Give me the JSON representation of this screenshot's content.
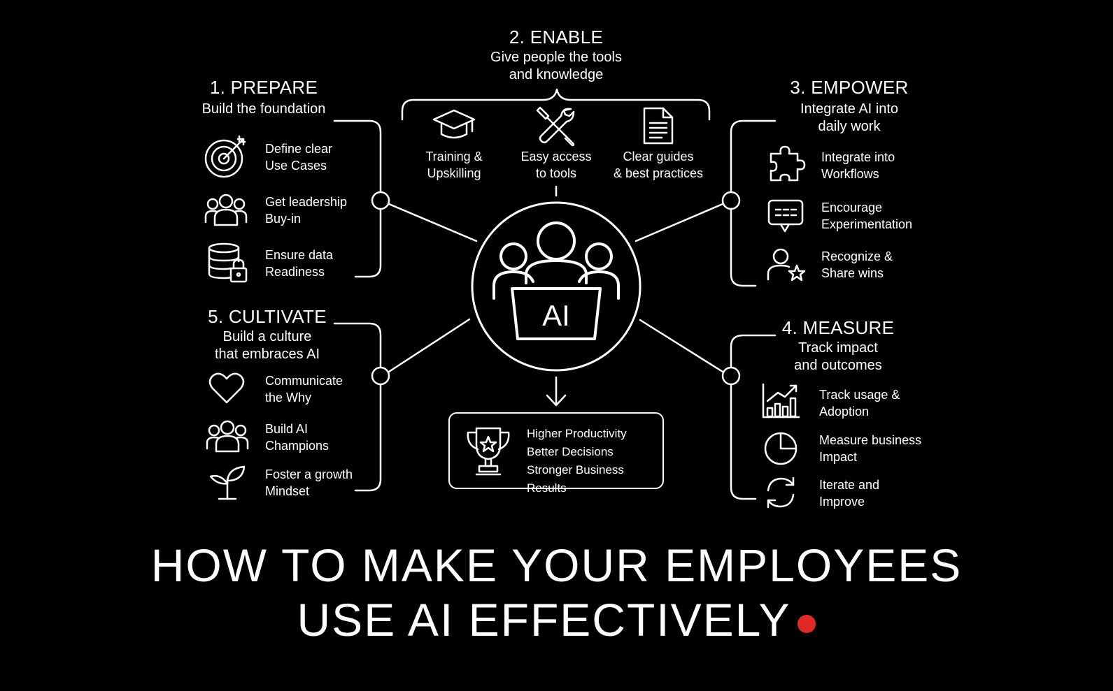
{
  "accent_color": "#e02a2a",
  "center": {
    "label": "AI"
  },
  "prepare": {
    "heading": "1. PREPARE",
    "subheading": "Build the foundation",
    "items": [
      {
        "label": "Define clear\nUse Cases",
        "icon": "target-icon"
      },
      {
        "label": "Get leadership\nBuy-in",
        "icon": "group-icon"
      },
      {
        "label": "Ensure data\nReadiness",
        "icon": "database-lock-icon"
      }
    ]
  },
  "enable": {
    "heading": "2. ENABLE",
    "subheading": "Give people the tools\nand knowledge",
    "items": [
      {
        "label": "Training &\nUpskilling",
        "icon": "graduation-cap-icon"
      },
      {
        "label": "Easy access\nto tools",
        "icon": "tools-icon"
      },
      {
        "label": "Clear guides\n& best practices",
        "icon": "document-icon"
      }
    ]
  },
  "empower": {
    "heading": "3. EMPOWER",
    "subheading": "Integrate AI into\ndaily work",
    "items": [
      {
        "label": "Integrate into\nWorkflows",
        "icon": "puzzle-icon"
      },
      {
        "label": "Encourage\nExperimentation",
        "icon": "chat-bubble-icon"
      },
      {
        "label": "Recognize &\nShare wins",
        "icon": "person-star-icon"
      }
    ]
  },
  "measure": {
    "heading": "4. MEASURE",
    "subheading": "Track impact\nand outcomes",
    "items": [
      {
        "label": "Track usage &\nAdoption",
        "icon": "bar-chart-icon"
      },
      {
        "label": "Measure business\nImpact",
        "icon": "pie-chart-icon"
      },
      {
        "label": "Iterate and\nImprove",
        "icon": "refresh-icon"
      }
    ]
  },
  "cultivate": {
    "heading": "5. CULTIVATE",
    "subheading": "Build a culture\nthat embraces AI",
    "items": [
      {
        "label": "Communicate\nthe Why",
        "icon": "heart-icon"
      },
      {
        "label": "Build AI\nChampions",
        "icon": "group-icon"
      },
      {
        "label": "Foster a growth\nMindset",
        "icon": "sprout-icon"
      }
    ]
  },
  "results": {
    "icon": "trophy-icon",
    "lines": [
      "Higher Productivity",
      "Better Decisions",
      "Stronger Business Results"
    ]
  },
  "title": {
    "line1": "HOW TO MAKE YOUR EMPLOYEES",
    "line2": "USE AI EFFECTIVELY"
  }
}
